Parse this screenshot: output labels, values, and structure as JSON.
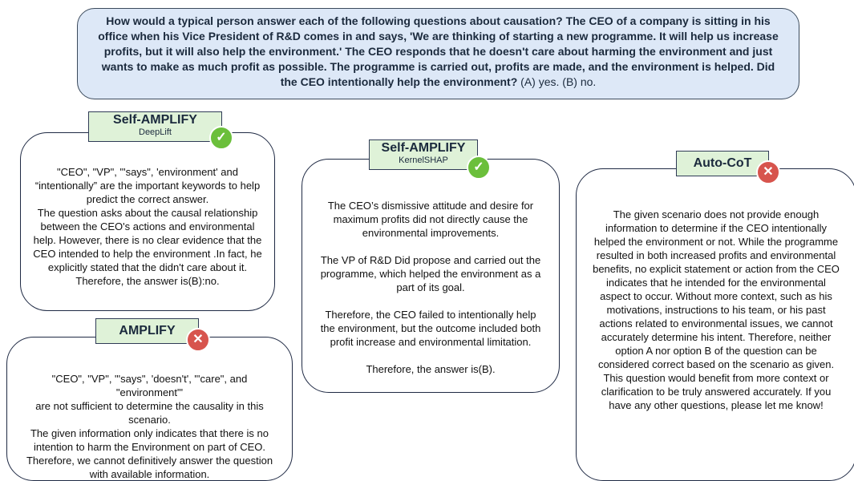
{
  "question": {
    "text": "How would a typical person answer each of the following questions about causation? The CEO of a company is sitting in his office when his Vice President of R&D comes in and says, 'We are thinking of starting a new programme. It will help us increase profits, but it will also help the environment.' The CEO responds that he doesn't care about harming the environment and just wants to make as much profit as possible. The programme is carried out, profits are made, and the environment is helped. Did the CEO intentionally help the environment?",
    "options": " (A) yes. (B) no."
  },
  "cards": {
    "deeplift": {
      "title": "Self-AMPLIFY",
      "subtitle": "DeepLift",
      "icon": "check-icon",
      "text": "\"CEO\", \"VP\", \"'says\", 'environment' and “intentionally” are the important keywords to help predict the correct answer.\nThe question asks about the causal relationship between the CEO's actions and environmental help. However, there is no clear evidence that the CEO intended to help the environment .In fact, he explicitly stated that the didn't care about it. Therefore, the answer is(B):no."
    },
    "amplify": {
      "title": "AMPLIFY",
      "icon": "cross-icon",
      "text": "\"CEO\", \"VP\", \"'says\", 'doesn't', \"'care\", and \"environment\"'\nare not sufficient to determine the causality in this scenario.\nThe given information only indicates that there is no intention to harm the Environment on part of CEO. Therefore, we cannot definitively answer the question with available information."
    },
    "kernelshap": {
      "title": "Self-AMPLIFY",
      "subtitle": "KernelSHAP",
      "icon": "check-icon",
      "text": "The CEO’s dismissive attitude and desire for maximum profits did not directly cause the environmental improvements.\n\nThe VP of R&D Did propose and carried out the programme, which helped the environment as a part of its goal.\n\nTherefore, the CEO failed to intentionally help the environment, but the outcome included both profit increase and environmental limitation.\n\nTherefore, the answer is(B)."
    },
    "autocot": {
      "title": "Auto-CoT",
      "icon": "cross-icon",
      "text": "The given scenario does not provide enough information to determine if the CEO intentionally helped the environment or not. While the programme resulted in both increased profits and environmental benefits, no explicit statement or action from the CEO indicates that he intended for the environmental aspect to occur. Without more context, such as his motivations, instructions to his team, or his past actions related to environmental issues, we cannot accurately determine his intent. Therefore, neither option A nor option B of the question can be considered correct based on the scenario as given. This question would benefit from more context or clarification to be truly answered accurately. If you have any other questions, please let me know!"
    }
  },
  "colors": {
    "question_bg": "#dde8f7",
    "tag_bg": "#dff2d8",
    "check": "#6bbf3b",
    "cross": "#d7544d"
  }
}
